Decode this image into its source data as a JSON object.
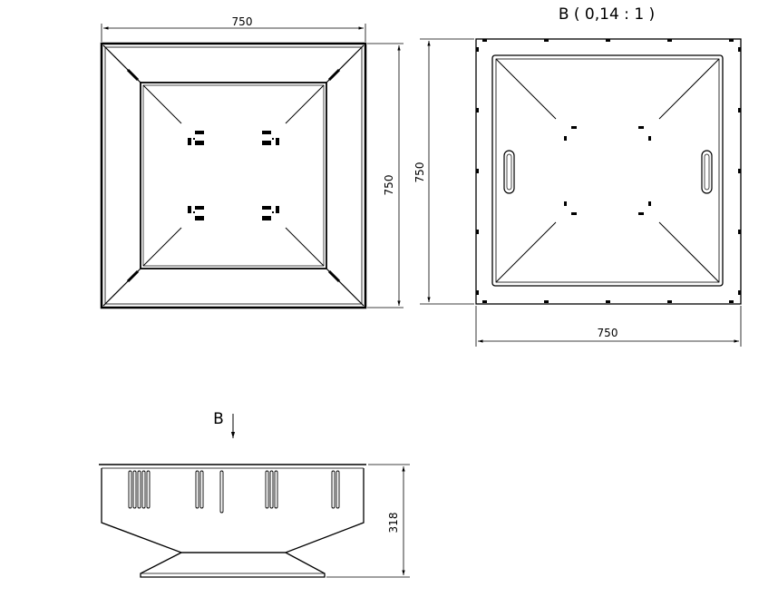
{
  "drawing": {
    "top_view": {
      "dim_width": "750",
      "dim_height": "750"
    },
    "view_b": {
      "title": "B ( 0,14 : 1 )",
      "dim_width": "750",
      "dim_height": "750"
    },
    "side_view": {
      "view_marker": "B",
      "dim_height": "318"
    },
    "colors": {
      "line": "#000000",
      "background": "#ffffff"
    }
  }
}
